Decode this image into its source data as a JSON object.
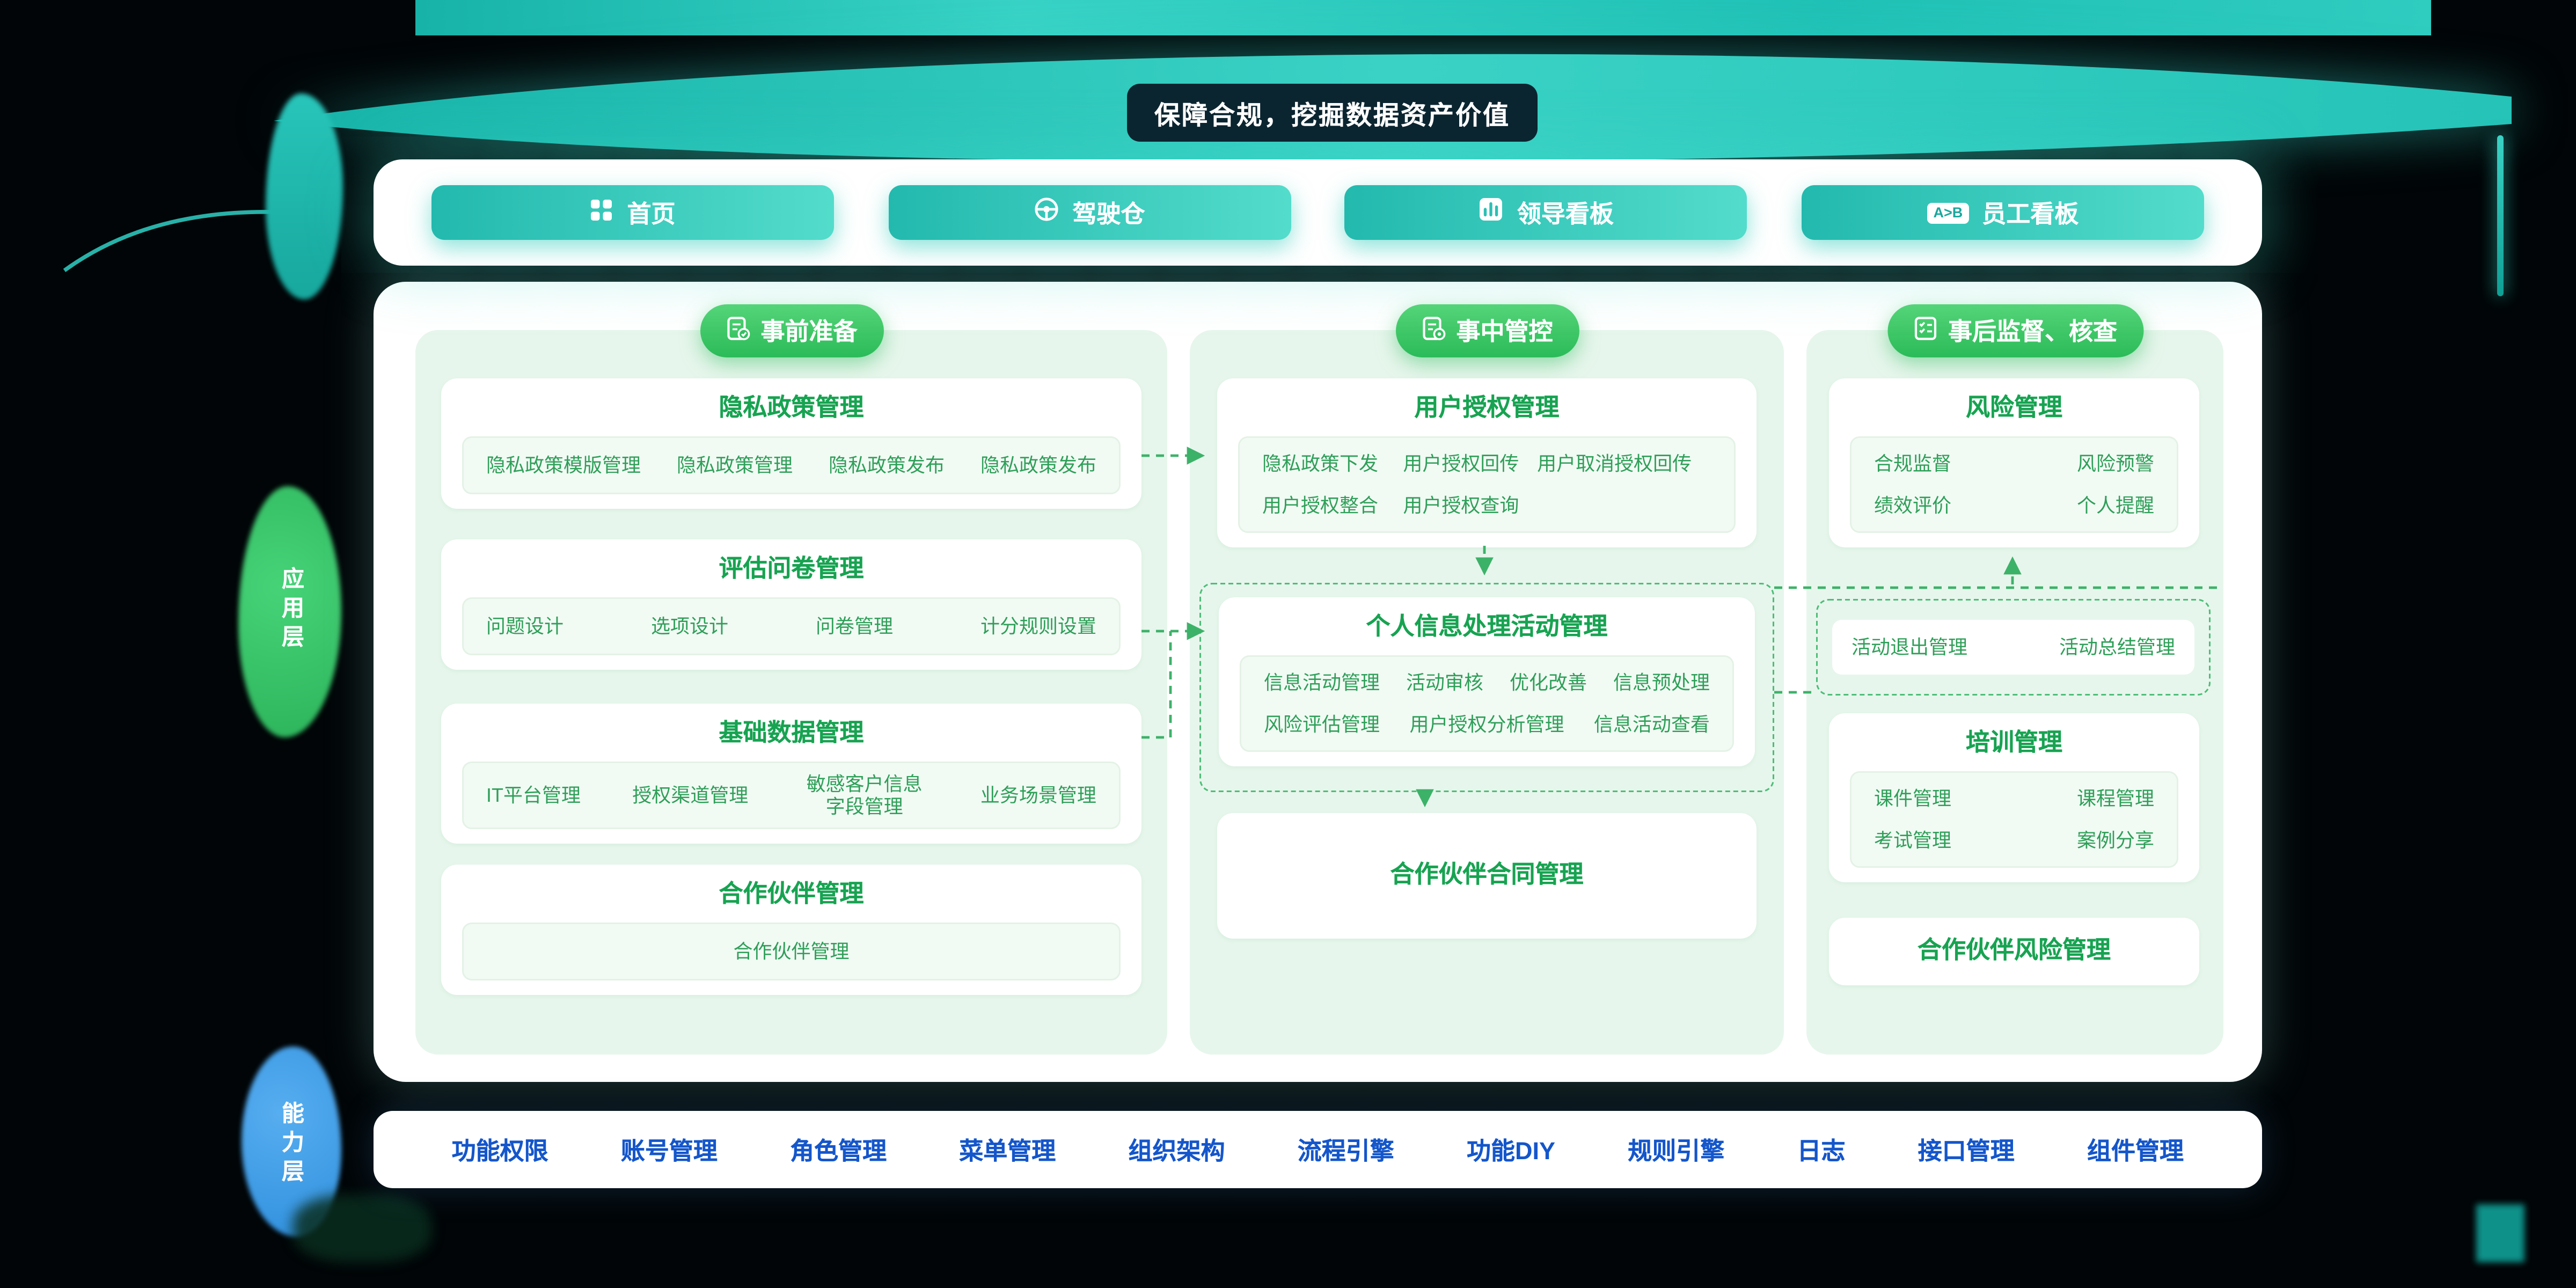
{
  "banner": {
    "title": "保障合规，挖掘数据资产价值"
  },
  "nav": {
    "items": [
      {
        "label": "首页",
        "icon": "grid-icon"
      },
      {
        "label": "驾驶仓",
        "icon": "steering-wheel-icon"
      },
      {
        "label": "领导看板",
        "icon": "bar-chart-icon"
      },
      {
        "label": "员工看板",
        "icon": "ab-badge-icon",
        "badge": "A>B"
      }
    ]
  },
  "layers": {
    "application": "应用层",
    "capability": "能力层"
  },
  "columns": [
    {
      "header": "事前准备",
      "icon": "document-check-icon",
      "cards": [
        {
          "title": "隐私政策管理",
          "items": [
            "隐私政策模版管理",
            "隐私政策管理",
            "隐私政策发布",
            "隐私政策发布"
          ]
        },
        {
          "title": "评估问卷管理",
          "items": [
            "问题设计",
            "选项设计",
            "问卷管理",
            "计分规则设置"
          ]
        },
        {
          "title": "基础数据管理",
          "items": [
            "IT平台管理",
            "授权渠道管理",
            "敏感客户信息字段管理",
            "业务场景管理"
          ]
        },
        {
          "title": "合作伙伴管理",
          "items": [
            "合作伙伴管理"
          ]
        }
      ]
    },
    {
      "header": "事中管控",
      "icon": "document-gear-icon",
      "cards": [
        {
          "title": "用户授权管理",
          "row1": [
            "隐私政策下发",
            "用户授权回传",
            "用户取消授权回传"
          ],
          "row2": [
            "用户授权整合",
            "用户授权查询"
          ]
        },
        {
          "title": "个人信息处理活动管理",
          "row1": [
            "信息活动管理",
            "活动审核",
            "优化改善",
            "信息预处理"
          ],
          "row2": [
            "风险评估管理",
            "用户授权分析管理",
            "信息活动查看"
          ]
        },
        {
          "title": "合作伙伴合同管理"
        }
      ]
    },
    {
      "header": "事后监督、核查",
      "icon": "checklist-icon",
      "cards": [
        {
          "title": "风险管理",
          "row1": [
            "合规监督",
            "风险预警"
          ],
          "row2": [
            "绩效评价",
            "个人提醒"
          ]
        },
        {
          "title": "",
          "row1": [
            "活动退出管理",
            "活动总结管理"
          ]
        },
        {
          "title": "培训管理",
          "row1": [
            "课件管理",
            "课程管理"
          ],
          "row2": [
            "考试管理",
            "案例分享"
          ]
        },
        {
          "title": "合作伙伴风险管理"
        }
      ]
    }
  ],
  "bottom_bar": {
    "items": [
      "功能权限",
      "账号管理",
      "角色管理",
      "菜单管理",
      "组织架构",
      "流程引擎",
      "功能DIY",
      "规则引擎",
      "日志",
      "接口管理",
      "组件管理"
    ]
  },
  "colors": {
    "teal": "#2BC4B8",
    "green": "#35C063",
    "title_green": "#17A351",
    "item_green": "#2E9F58",
    "blue": "#1456CB",
    "column_bg": "#E7F6EC"
  }
}
